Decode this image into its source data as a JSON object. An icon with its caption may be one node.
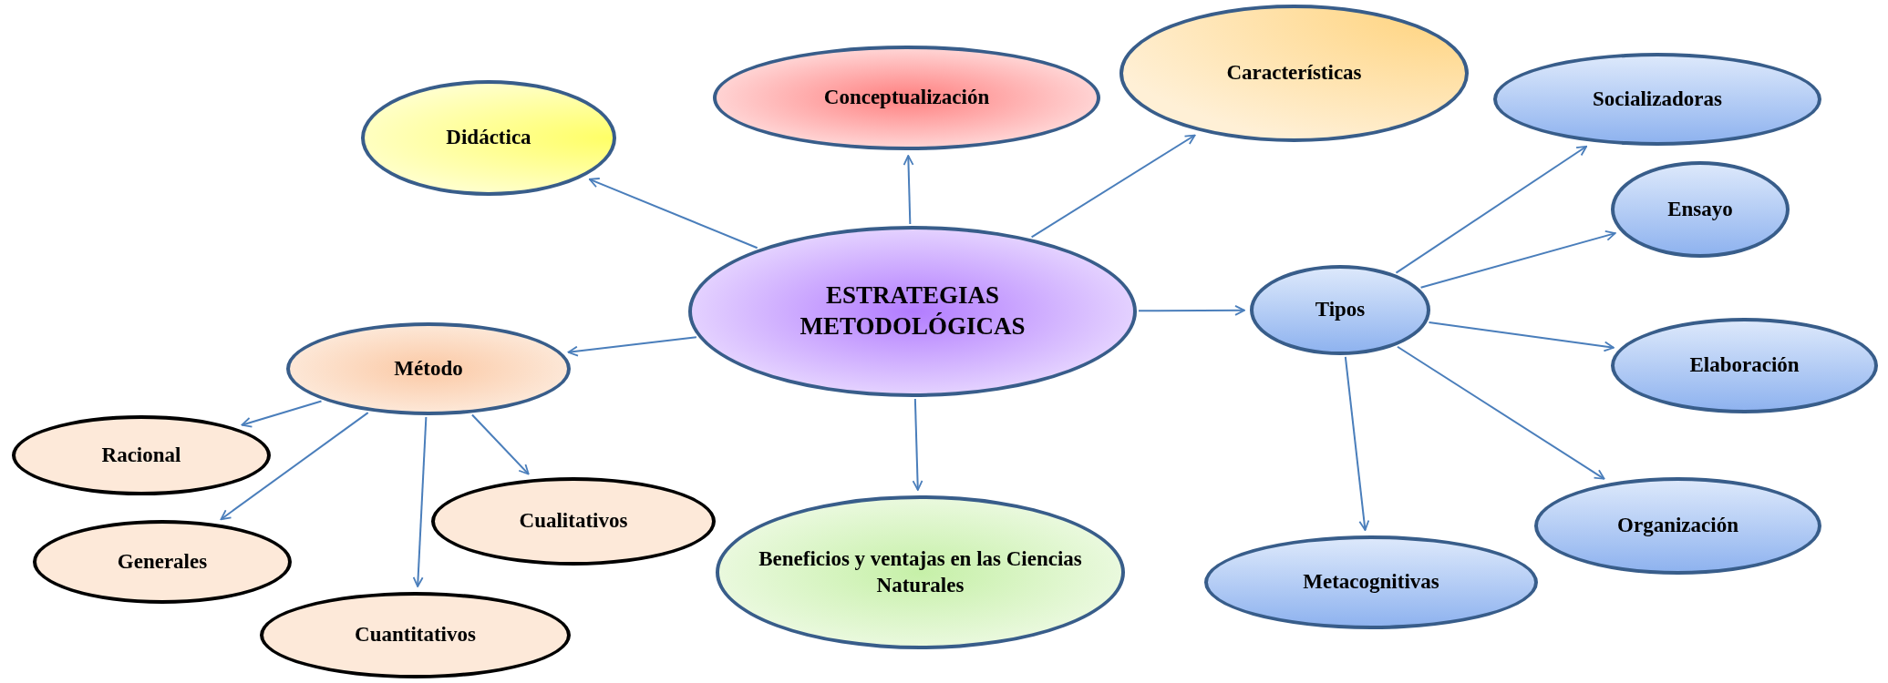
{
  "diagram": {
    "nodes": [
      {
        "text": [
          "ESTRATEGIAS METODOLÓGICAS"
        ]
      },
      {
        "text": [
          "Didáctica"
        ]
      },
      {
        "text": [
          "Conceptualización"
        ]
      },
      {
        "text": [
          "Características"
        ]
      },
      {
        "text": [
          "Método"
        ]
      },
      {
        "text": [
          "Racional"
        ]
      },
      {
        "text": [
          "Generales"
        ]
      },
      {
        "text": [
          "Cuantitativos"
        ]
      },
      {
        "text": [
          "Cualitativos"
        ]
      },
      {
        "text": [
          "Beneficios y ventajas en las Ciencias Naturales"
        ]
      },
      {
        "text": [
          "Tipos"
        ]
      },
      {
        "text": [
          "Socializadoras"
        ]
      },
      {
        "text": [
          "Ensayo"
        ]
      },
      {
        "text": [
          "Elaboración"
        ]
      },
      {
        "text": [
          "Organización"
        ]
      },
      {
        "text": [
          "Metacognitivas"
        ]
      }
    ],
    "edges": [
      {
        "from": 0,
        "to": 1,
        "arrow": "to"
      },
      {
        "from": 0,
        "to": 2,
        "arrow": "to"
      },
      {
        "from": 0,
        "to": 3,
        "arrow": "to"
      },
      {
        "from": 0,
        "to": 4,
        "arrow": "to"
      },
      {
        "from": 0,
        "to": 9,
        "arrow": "to"
      },
      {
        "from": 0,
        "to": 10,
        "arrow": "to"
      },
      {
        "from": 4,
        "to": 5,
        "arrow": "to"
      },
      {
        "from": 4,
        "to": 6,
        "arrow": "to"
      },
      {
        "from": 4,
        "to": 7,
        "arrow": "to"
      },
      {
        "from": 4,
        "to": 8,
        "arrow": "to"
      },
      {
        "from": 10,
        "to": 11,
        "arrow": "to"
      },
      {
        "from": 10,
        "to": 12,
        "arrow": "to"
      },
      {
        "from": 10,
        "to": 13,
        "arrow": "to"
      },
      {
        "from": 10,
        "to": 14,
        "arrow": "to"
      },
      {
        "from": 10,
        "to": 15,
        "arrow": "to"
      }
    ]
  }
}
